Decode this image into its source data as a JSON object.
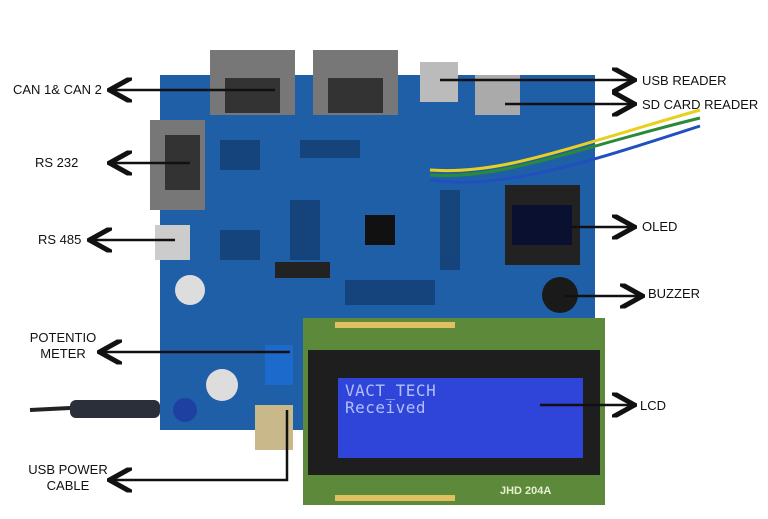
{
  "labels": {
    "can": "CAN 1& CAN 2",
    "rs232": "RS 232",
    "rs485": "RS 485",
    "potentiometer_1": "POTENTIO",
    "potentiometer_2": "METER",
    "usb_power_1": "USB POWER",
    "usb_power_2": "CABLE",
    "usb_reader": "USB READER",
    "sd_card_reader": "SD CARD READER",
    "oled": "OLED",
    "buzzer": "BUZZER",
    "lcd": "LCD"
  },
  "lcd_display": {
    "line1": "VACT_TECH",
    "line2": "Received",
    "model": "JHD 204A"
  },
  "colors": {
    "board": "#1f5fa8",
    "lcd_pcb": "#5c8a3a",
    "lcd_screen": "#2f44d8",
    "arrow": "#111111"
  }
}
